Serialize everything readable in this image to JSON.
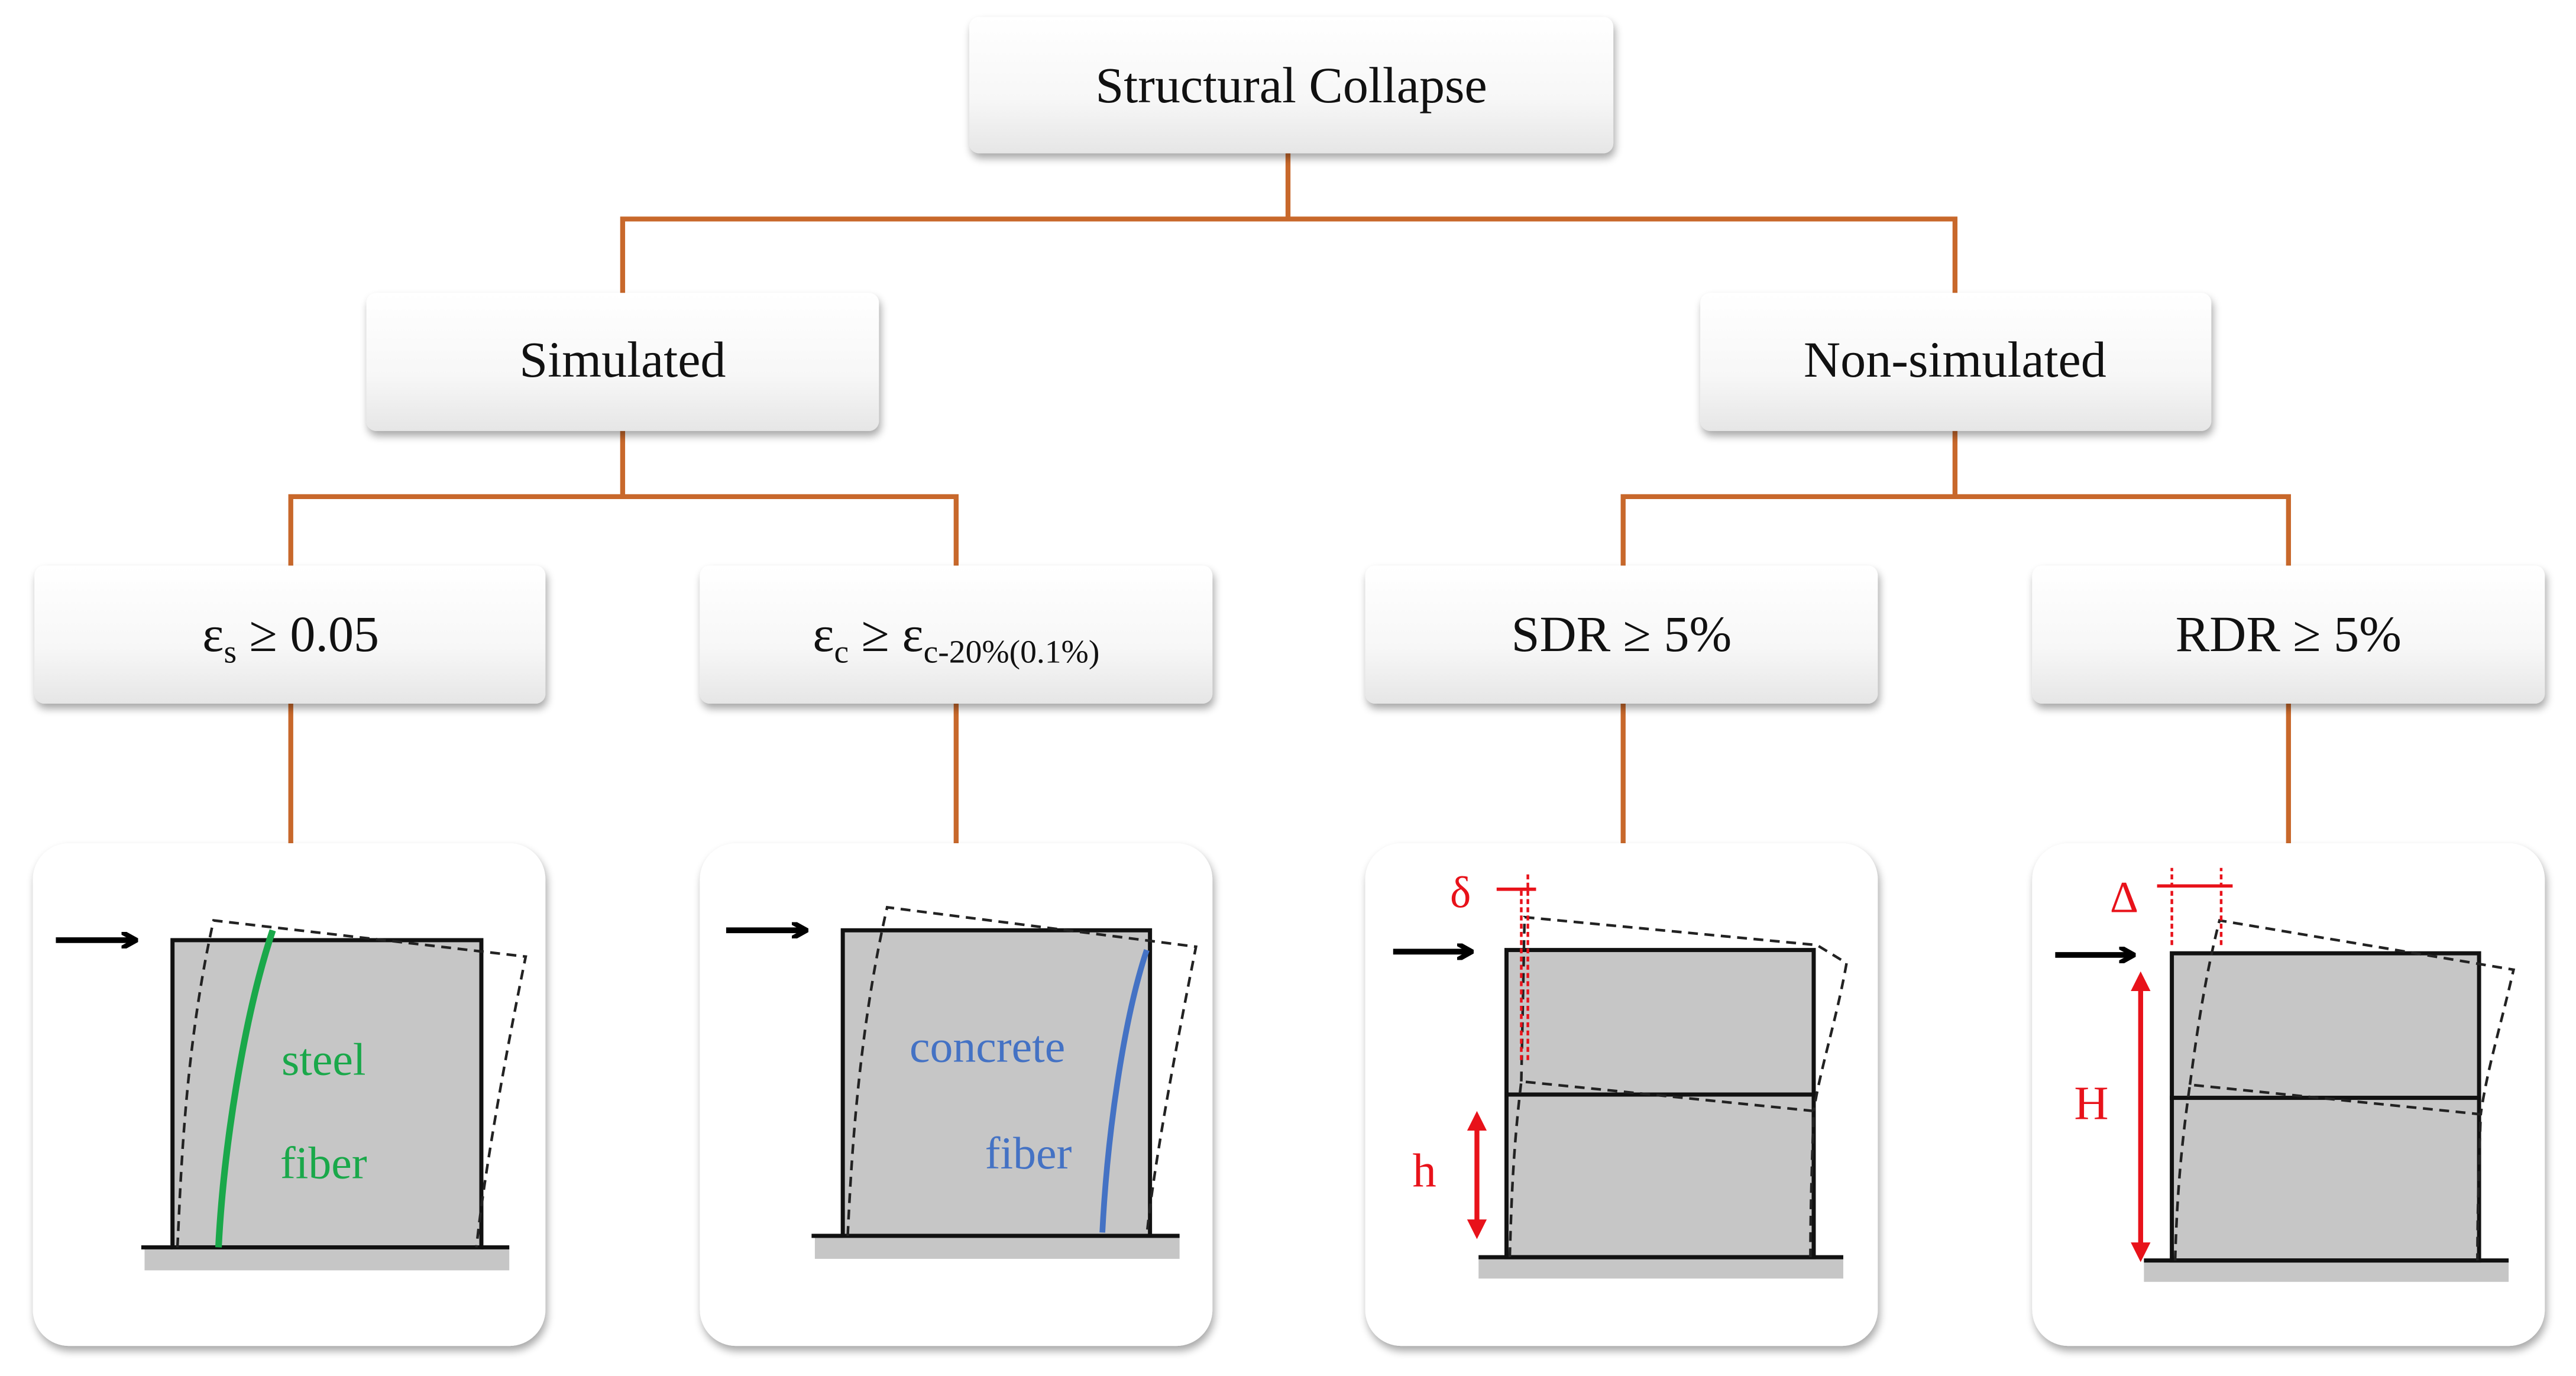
{
  "root": {
    "label": "Structural Collapse"
  },
  "branches": {
    "simulated": {
      "label": "Simulated"
    },
    "non_simulated": {
      "label": "Non-simulated"
    }
  },
  "criteria": {
    "steel": {
      "symbol": "ε",
      "sub": "s",
      "rest": " ≥ 0.05"
    },
    "concrete": {
      "symbol": "ε",
      "sub": "c",
      "mid": " ≥ ε",
      "sub2": "c-20%(0.1%)"
    },
    "sdr": {
      "label": "SDR ≥ 5%"
    },
    "rdr": {
      "label": "RDR ≥ 5%"
    }
  },
  "illustrations": {
    "steel": {
      "line1": "steel",
      "line2": "fiber"
    },
    "concrete": {
      "line1": "concrete",
      "line2": "fiber"
    },
    "sdr": {
      "drift_label": "δ",
      "height_label": "h"
    },
    "rdr": {
      "drift_label": "Δ",
      "height_label": "H"
    }
  },
  "colors": {
    "connector": "#c8682b",
    "steel_fiber": "#1aa84a",
    "concrete_fiber": "#4472c4",
    "annotation": "#e8121a",
    "wall_fill": "#c6c6c6"
  }
}
